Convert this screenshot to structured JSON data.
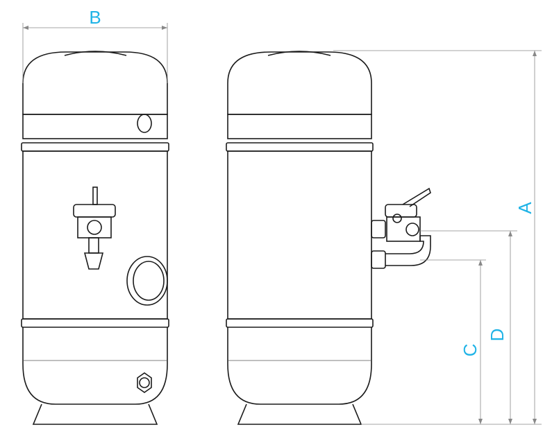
{
  "diagram": {
    "dimensions": {
      "A": "A",
      "B": "B",
      "C": "C",
      "D": "D"
    },
    "colors": {
      "label": "#1fb3e6",
      "line": "#1a1a1a"
    }
  }
}
